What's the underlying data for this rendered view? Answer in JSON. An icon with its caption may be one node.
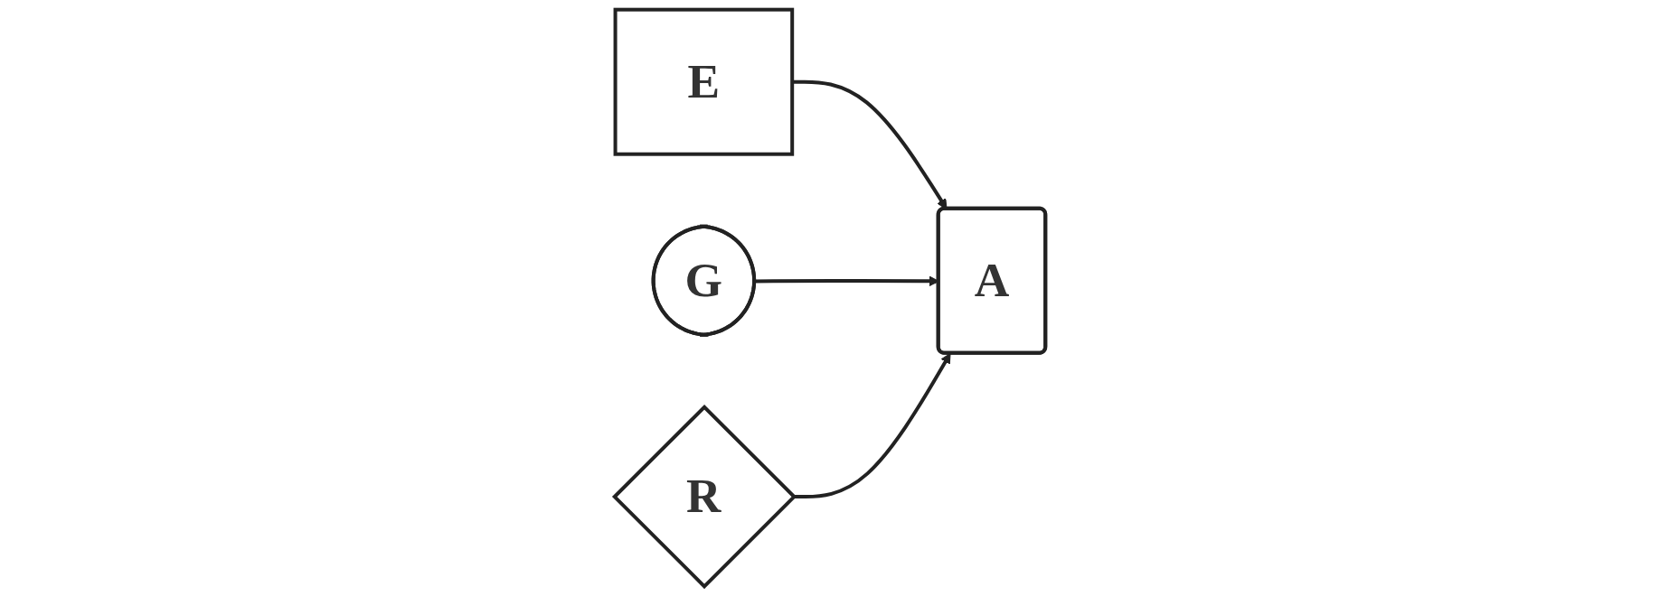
{
  "diagram": {
    "nodes": [
      {
        "text": [
          "E"
        ]
      },
      {
        "text": [
          "A"
        ]
      },
      {
        "text": [
          "G"
        ]
      },
      {
        "text": [
          "R"
        ]
      }
    ],
    "edges": [
      {
        "from": 0,
        "to": 1,
        "arrow": "to"
      },
      {
        "from": 2,
        "to": 1,
        "arrow": "to"
      },
      {
        "from": 3,
        "to": 1,
        "arrow": "to"
      }
    ]
  }
}
